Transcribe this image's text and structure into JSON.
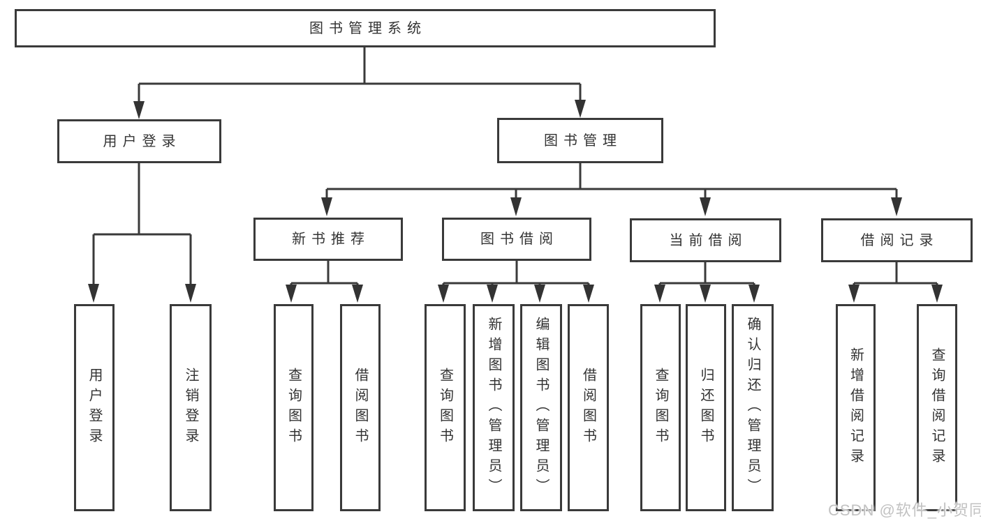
{
  "diagram_title": "图书管理系统",
  "watermark": "CSDN @软件_小贺同学",
  "colors": {
    "line": "#3a3a3a",
    "box_border": "#3a3a3a",
    "text": "#333333",
    "watermark": "#c2c2c2",
    "background": "#ffffff"
  },
  "tree": {
    "label": "图书管理系统",
    "children": [
      {
        "label": "用户登录",
        "children": [
          {
            "label": "用户登录"
          },
          {
            "label": "注销登录"
          }
        ]
      },
      {
        "label": "图书管理",
        "children": [
          {
            "label": "新书推荐",
            "children": [
              {
                "label": "查询图书"
              },
              {
                "label": "借阅图书"
              }
            ]
          },
          {
            "label": "图书借阅",
            "children": [
              {
                "label": "查询图书"
              },
              {
                "label": "新增图书（管理员）"
              },
              {
                "label": "编辑图书（管理员）"
              },
              {
                "label": "借阅图书"
              }
            ]
          },
          {
            "label": "当前借阅",
            "children": [
              {
                "label": "查询图书"
              },
              {
                "label": "归还图书"
              },
              {
                "label": "确认归还（管理员）"
              }
            ]
          },
          {
            "label": "借阅记录",
            "children": [
              {
                "label": "新增借阅记录"
              },
              {
                "label": "查询借阅记录"
              }
            ]
          }
        ]
      }
    ]
  }
}
